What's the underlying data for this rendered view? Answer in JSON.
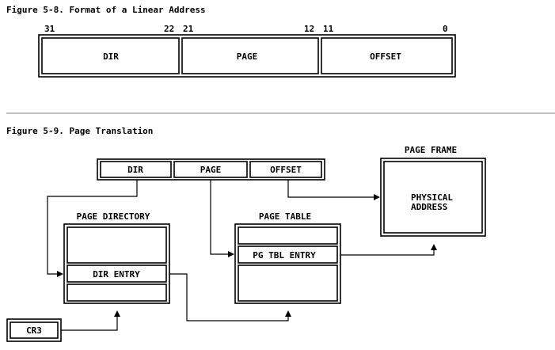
{
  "figure_58": {
    "caption": "Figure 5-8.  Format of a Linear Address",
    "bit_labels": [
      "31",
      "22",
      "21",
      "12",
      "11",
      "0"
    ],
    "fields": [
      "DIR",
      "PAGE",
      "OFFSET"
    ]
  },
  "figure_59": {
    "caption": "Figure 5-9.  Page Translation",
    "linear_address_fields": [
      "DIR",
      "PAGE",
      "OFFSET"
    ],
    "page_directory": {
      "title": "PAGE DIRECTORY",
      "entry": "DIR ENTRY"
    },
    "page_table": {
      "title": "PAGE TABLE",
      "entry": "PG TBL ENTRY"
    },
    "page_frame": {
      "title": "PAGE FRAME",
      "content_line1": "PHYSICAL",
      "content_line2": "ADDRESS"
    },
    "cr3": "CR3"
  },
  "colors": {
    "ink": "#000000",
    "background": "#ffffff",
    "separator": "#999999"
  }
}
